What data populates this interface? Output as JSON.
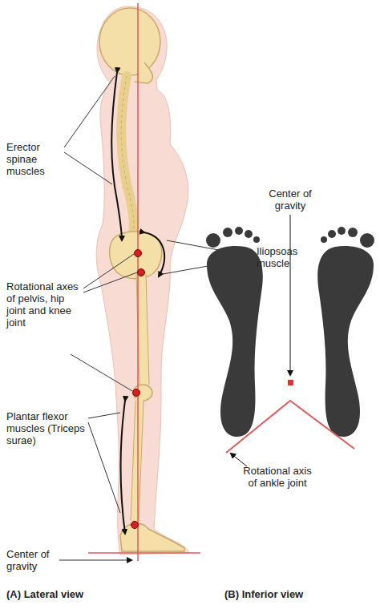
{
  "diagram": {
    "labels": [
      "Erector spinae muscles",
      "Iliopsoas muscle",
      "Rotational axes of pelvis, hip joint and knee joint",
      "Plantar flexor muscles (Triceps surae)",
      "Center of gravity",
      "Center of gravity",
      "Rotational axis of ankle joint",
      "(A) Lateral view",
      "(B) Inferior view"
    ]
  }
}
